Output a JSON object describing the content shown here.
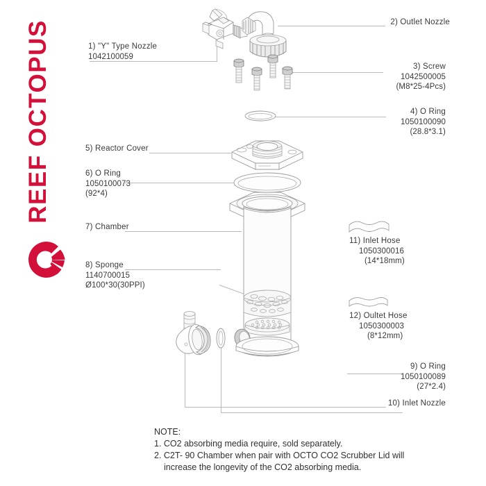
{
  "brand": {
    "name": "REEF OCTOPUS",
    "logo_icon": "octopus-icon",
    "color": "#d3103a"
  },
  "parts": [
    {
      "number": "1)",
      "title": "1)  \"Y\" Type Nozzle",
      "code": "1042100059",
      "spec": "",
      "align": "left"
    },
    {
      "number": "2)",
      "title": "2)  Outlet Nozzle",
      "code": "",
      "spec": "",
      "align": "right"
    },
    {
      "number": "3)",
      "title": "3) Screw",
      "code": "1042500005",
      "spec": "(M8*25-4Pcs)",
      "align": "right"
    },
    {
      "number": "4)",
      "title": "4) O Ring",
      "code": "1050100090",
      "spec": "(28.8*3.1)",
      "align": "right"
    },
    {
      "number": "5)",
      "title": "5)  Reactor Cover",
      "code": "",
      "spec": "",
      "align": "left"
    },
    {
      "number": "6)",
      "title": "6)  O Ring",
      "code": "1050100073",
      "spec": "(92*4)",
      "align": "left"
    },
    {
      "number": "7)",
      "title": "7)  Chamber",
      "code": "",
      "spec": "",
      "align": "left"
    },
    {
      "number": "8)",
      "title": "8)  Sponge",
      "code": "1140700015",
      "spec": "Ø100*30(30PPI)",
      "align": "left"
    },
    {
      "number": "9)",
      "title": "9) O Ring",
      "code": "1050100089",
      "spec": "(27*2.4)",
      "align": "right"
    },
    {
      "number": "10)",
      "title": "10)  Inlet Nozzle",
      "code": "",
      "spec": "",
      "align": "right"
    },
    {
      "number": "11)",
      "title": "11)  Inlet Hose",
      "code": "1050300016",
      "spec": "(14*18mm)",
      "align": "left"
    },
    {
      "number": "12)",
      "title": "12)  Oultet Hose",
      "code": "1050300003",
      "spec": "(8*12mm)",
      "align": "left"
    }
  ],
  "note": {
    "heading": "NOTE:",
    "lines": [
      "1. CO2 absorbing media require, sold separately.",
      "2. C2T- 90 Chamber when pair with OCTO CO2 Scrubber Lid will",
      "increase the longevity of the CO2 absorbing media."
    ]
  }
}
